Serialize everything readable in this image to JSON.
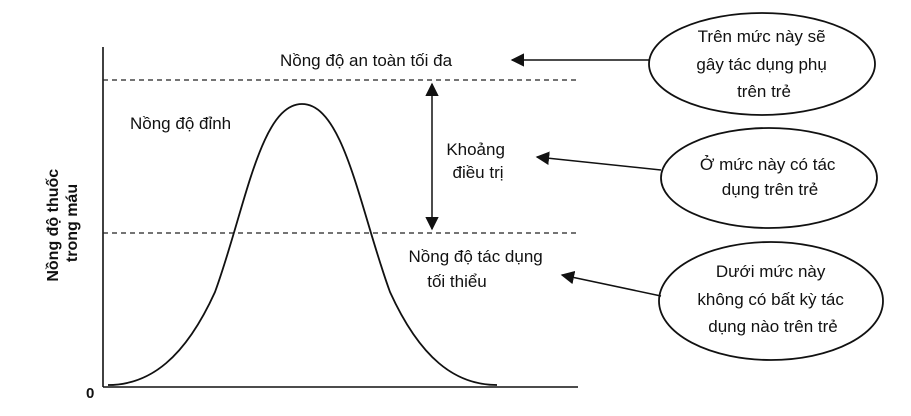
{
  "diagram": {
    "origin_label": "0",
    "y_axis_title_lines": [
      "Nồng độ thuốc",
      "trong máu"
    ],
    "labels": {
      "max_safe": "Nồng độ an toàn tối đa",
      "peak": "Nồng độ đỉnh",
      "therapeutic_range_lines": [
        "Khoảng",
        "điều trị"
      ],
      "min_effective_lines": [
        "Nồng độ tác dụng",
        "tối thiểu"
      ]
    },
    "callouts": [
      {
        "lines": [
          "Trên mức này sẽ",
          "gây tác dụng phụ",
          "trên trẻ"
        ]
      },
      {
        "lines": [
          "Ở mức này có tác",
          "dụng trên trẻ"
        ]
      },
      {
        "lines": [
          "Dưới mức này",
          "không có bất kỳ tác",
          "dụng nào trên trẻ"
        ]
      }
    ],
    "colors": {
      "ink": "#111111",
      "background": "#ffffff"
    }
  }
}
